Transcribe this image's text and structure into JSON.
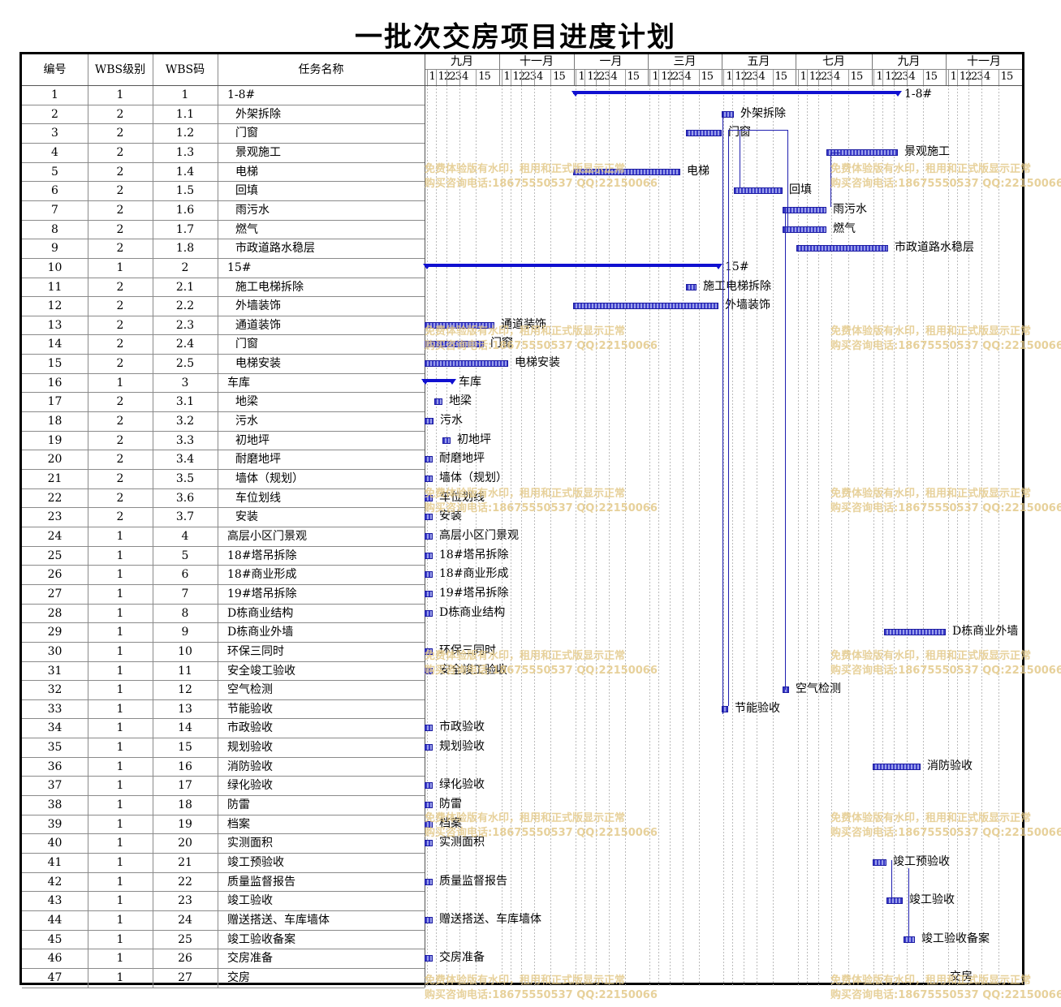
{
  "title": "一批次交房项目进度计划",
  "headers": {
    "no": "编号",
    "level": "WBS级别",
    "code": "WBS码",
    "name": "任务名称"
  },
  "months": [
    "九月",
    "十一月",
    "一月",
    "三月",
    "五月",
    "七月",
    "九月",
    "十一月"
  ],
  "week_ticks": [
    "1",
    "12",
    "23",
    "4",
    "15"
  ],
  "watermark": {
    "line1": "免费体验版有水印，租用和正式版显示正常",
    "line2": "购买咨询电话:18675550537 QQ:22150066"
  },
  "colors": {
    "bar": "#3a3ac8",
    "summary": "#1010d0",
    "watermark": "#e3c98a"
  },
  "tasks": [
    {
      "no": "1",
      "level": "1",
      "code": "1",
      "name": "1-8#",
      "label": "1-8#"
    },
    {
      "no": "2",
      "level": "2",
      "code": "1.1",
      "name": "外架拆除",
      "label": "外架拆除"
    },
    {
      "no": "3",
      "level": "2",
      "code": "1.2",
      "name": "门窗",
      "label": "门窗"
    },
    {
      "no": "4",
      "level": "2",
      "code": "1.3",
      "name": "景观施工",
      "label": "景观施工"
    },
    {
      "no": "5",
      "level": "2",
      "code": "1.4",
      "name": "电梯",
      "label": "电梯"
    },
    {
      "no": "6",
      "level": "2",
      "code": "1.5",
      "name": "回填",
      "label": "回填"
    },
    {
      "no": "7",
      "level": "2",
      "code": "1.6",
      "name": "雨污水",
      "label": "雨污水"
    },
    {
      "no": "8",
      "level": "2",
      "code": "1.7",
      "name": "燃气",
      "label": "燃气"
    },
    {
      "no": "9",
      "level": "2",
      "code": "1.8",
      "name": "市政道路水稳层",
      "label": "市政道路水稳层"
    },
    {
      "no": "10",
      "level": "1",
      "code": "2",
      "name": "15#",
      "label": "15#"
    },
    {
      "no": "11",
      "level": "2",
      "code": "2.1",
      "name": "施工电梯拆除",
      "label": "施工电梯拆除"
    },
    {
      "no": "12",
      "level": "2",
      "code": "2.2",
      "name": "外墙装饰",
      "label": "外墙装饰"
    },
    {
      "no": "13",
      "level": "2",
      "code": "2.3",
      "name": "通道装饰",
      "label": "通道装饰"
    },
    {
      "no": "14",
      "level": "2",
      "code": "2.4",
      "name": "门窗",
      "label": "门窗"
    },
    {
      "no": "15",
      "level": "2",
      "code": "2.5",
      "name": "电梯安装",
      "label": "电梯安装"
    },
    {
      "no": "16",
      "level": "1",
      "code": "3",
      "name": "车库",
      "label": "车库"
    },
    {
      "no": "17",
      "level": "2",
      "code": "3.1",
      "name": "地梁",
      "label": "地梁"
    },
    {
      "no": "18",
      "level": "2",
      "code": "3.2",
      "name": "污水",
      "label": "污水"
    },
    {
      "no": "19",
      "level": "2",
      "code": "3.3",
      "name": "初地坪",
      "label": "初地坪"
    },
    {
      "no": "20",
      "level": "2",
      "code": "3.4",
      "name": "耐磨地坪",
      "label": "耐磨地坪"
    },
    {
      "no": "21",
      "level": "2",
      "code": "3.5",
      "name": "墙体（规划）",
      "label": "墙体（规划）"
    },
    {
      "no": "22",
      "level": "2",
      "code": "3.6",
      "name": "车位划线",
      "label": "车位划线"
    },
    {
      "no": "23",
      "level": "2",
      "code": "3.7",
      "name": "安装",
      "label": "安装"
    },
    {
      "no": "24",
      "level": "1",
      "code": "4",
      "name": "高层小区门景观",
      "label": "高层小区门景观"
    },
    {
      "no": "25",
      "level": "1",
      "code": "5",
      "name": "18#塔吊拆除",
      "label": "18#塔吊拆除"
    },
    {
      "no": "26",
      "level": "1",
      "code": "6",
      "name": "18#商业形成",
      "label": "18#商业形成"
    },
    {
      "no": "27",
      "level": "1",
      "code": "7",
      "name": "19#塔吊拆除",
      "label": "19#塔吊拆除"
    },
    {
      "no": "28",
      "level": "1",
      "code": "8",
      "name": "D栋商业结构",
      "label": "D栋商业结构"
    },
    {
      "no": "29",
      "level": "1",
      "code": "9",
      "name": "D栋商业外墙",
      "label": "D栋商业外墙"
    },
    {
      "no": "30",
      "level": "1",
      "code": "10",
      "name": "环保三同时",
      "label": "环保三同时"
    },
    {
      "no": "31",
      "level": "1",
      "code": "11",
      "name": "安全竣工验收",
      "label": "安全竣工验收"
    },
    {
      "no": "32",
      "level": "1",
      "code": "12",
      "name": "空气检测",
      "label": "空气检测"
    },
    {
      "no": "33",
      "level": "1",
      "code": "13",
      "name": "节能验收",
      "label": "节能验收"
    },
    {
      "no": "34",
      "level": "1",
      "code": "14",
      "name": "市政验收",
      "label": "市政验收"
    },
    {
      "no": "35",
      "level": "1",
      "code": "15",
      "name": "规划验收",
      "label": "规划验收"
    },
    {
      "no": "36",
      "level": "1",
      "code": "16",
      "name": "消防验收",
      "label": "消防验收"
    },
    {
      "no": "37",
      "level": "1",
      "code": "17",
      "name": "绿化验收",
      "label": "绿化验收"
    },
    {
      "no": "38",
      "level": "1",
      "code": "18",
      "name": "防雷",
      "label": "防雷"
    },
    {
      "no": "39",
      "level": "1",
      "code": "19",
      "name": "档案",
      "label": "档案"
    },
    {
      "no": "40",
      "level": "1",
      "code": "20",
      "name": "实测面积",
      "label": "实测面积"
    },
    {
      "no": "41",
      "level": "1",
      "code": "21",
      "name": "竣工预验收",
      "label": "竣工预验收"
    },
    {
      "no": "42",
      "level": "1",
      "code": "22",
      "name": "质量监督报告",
      "label": "质量监督报告"
    },
    {
      "no": "43",
      "level": "1",
      "code": "23",
      "name": "竣工验收",
      "label": "竣工验收"
    },
    {
      "no": "44",
      "level": "1",
      "code": "24",
      "name": "赠送搭送、车库墙体",
      "label": "赠送搭送、车库墙体"
    },
    {
      "no": "45",
      "level": "1",
      "code": "25",
      "name": "竣工验收备案",
      "label": "竣工验收备案"
    },
    {
      "no": "46",
      "level": "1",
      "code": "26",
      "name": "交房准备",
      "label": "交房准备"
    },
    {
      "no": "47",
      "level": "1",
      "code": "27",
      "name": "交房",
      "label": "交房"
    }
  ]
}
